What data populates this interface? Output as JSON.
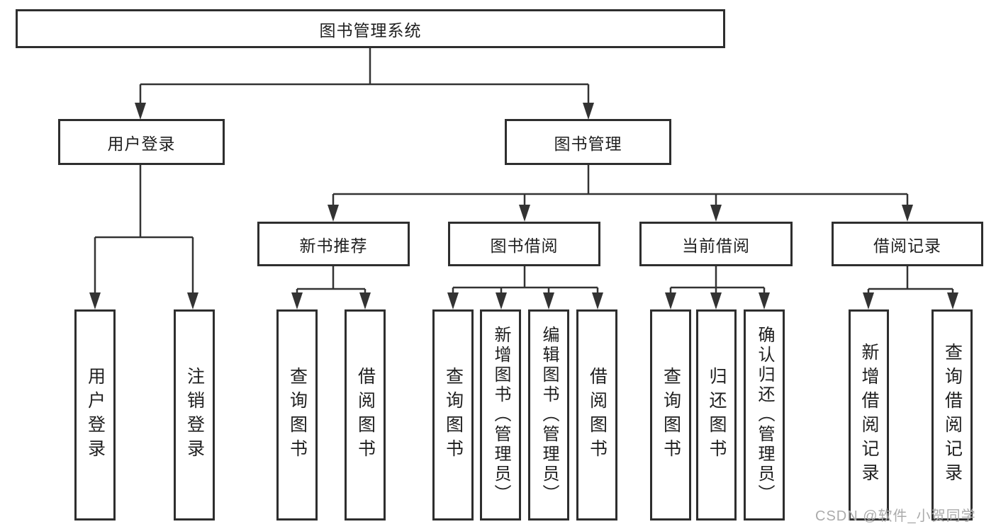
{
  "tree": {
    "root": "图书管理系统",
    "level2": [
      "用户登录",
      "图书管理"
    ],
    "level3": [
      "新书推荐",
      "图书借阅",
      "当前借阅",
      "借阅记录"
    ],
    "level4": {
      "user_login": [
        "用户登录",
        "注销登录"
      ],
      "new_book": [
        "查询图书",
        "借阅图书"
      ],
      "book_borrow": [
        "查询图书",
        "新增图书（管理员）",
        "编辑图书（管理员）",
        "借阅图书"
      ],
      "current_borrow": [
        "查询图书",
        "归还图书",
        "确认归还（管理员）"
      ],
      "borrow_record": [
        "新增借阅记录",
        "查询借阅记录"
      ]
    }
  },
  "watermark": {
    "text": "CSDN @软件_小贺同学"
  },
  "colors": {
    "line": "#333333",
    "box_border": "#2e2e2e",
    "text": "#1f1f1f",
    "watermark": "#ababab",
    "background": "#ffffff"
  }
}
